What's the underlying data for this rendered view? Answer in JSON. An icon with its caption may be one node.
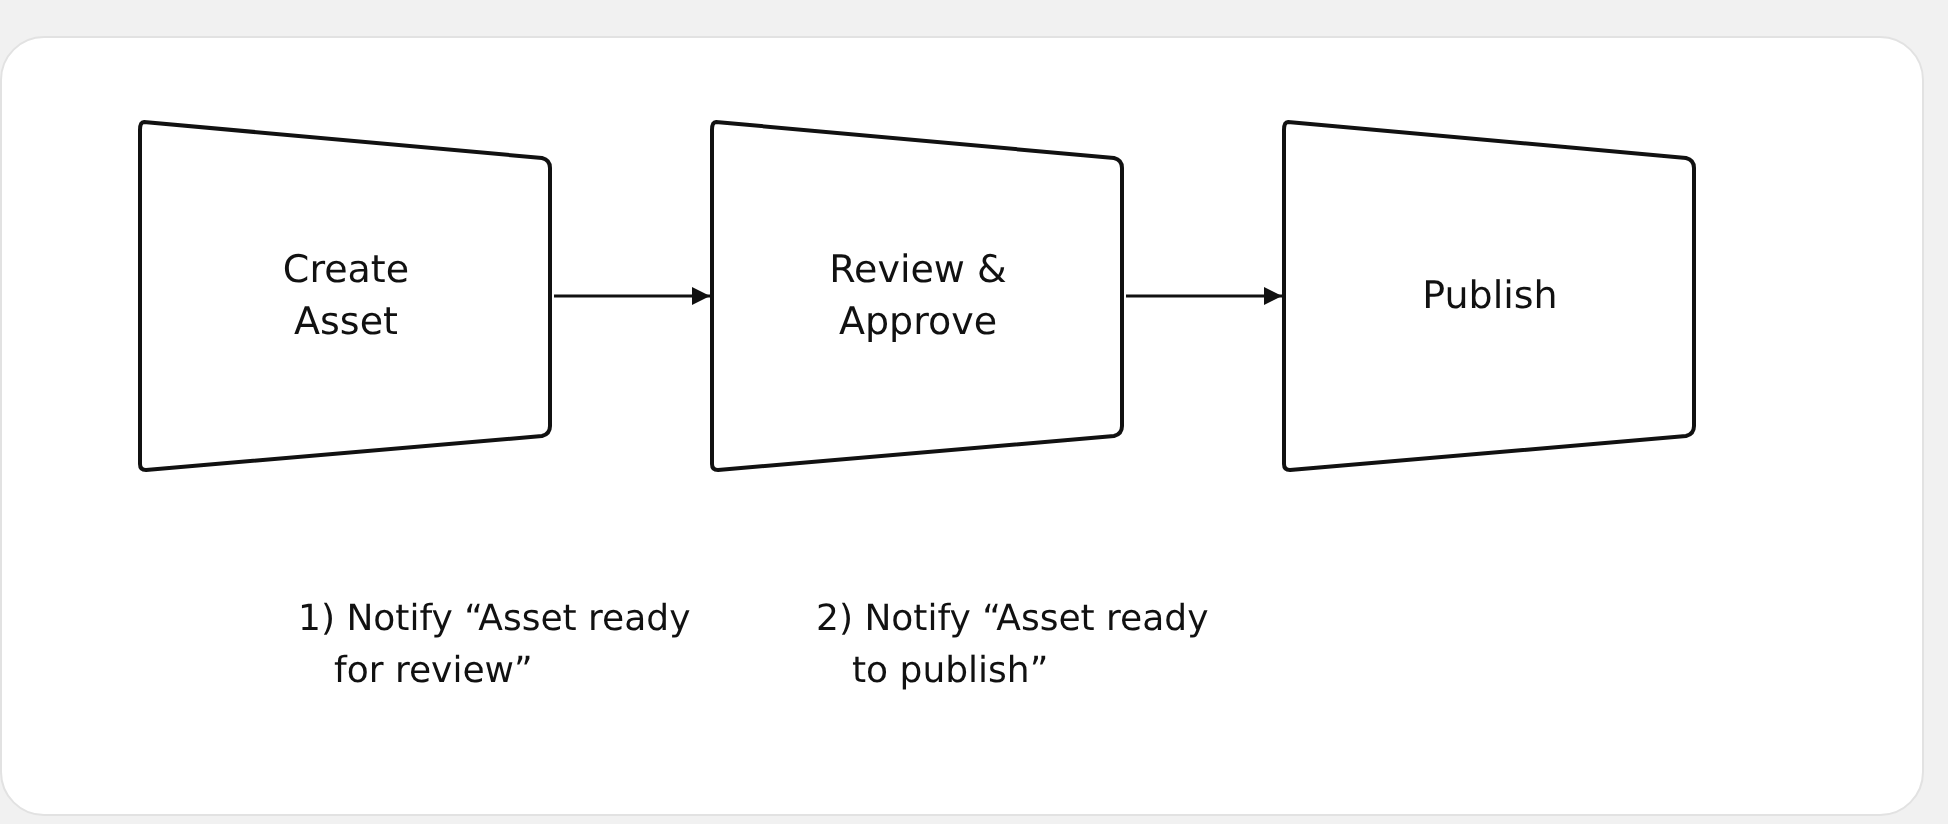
{
  "diagram": {
    "nodes": [
      {
        "text": [
          "Create Asset"
        ]
      },
      {
        "text": [
          "Review & Approve"
        ]
      },
      {
        "text": [
          "Publish"
        ]
      }
    ],
    "edges": [
      {
        "from": 0,
        "to": 1,
        "arrow": "to"
      },
      {
        "from": 1,
        "to": 2,
        "arrow": "to"
      }
    ],
    "labels": [
      "1) Notify “Asset ready for review”",
      "2) Notify “Asset ready to publish”"
    ]
  }
}
